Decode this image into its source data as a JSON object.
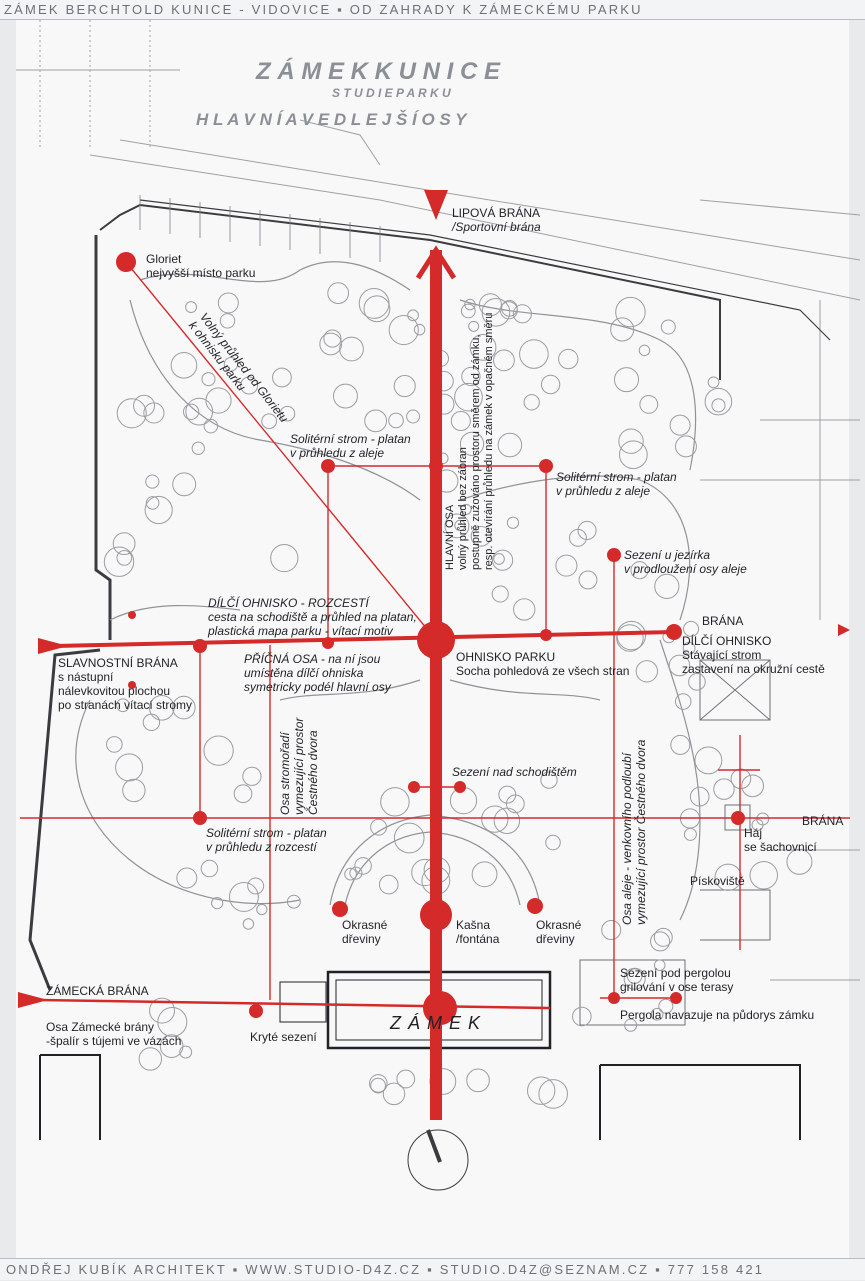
{
  "header": {
    "text": "ZÁMEK BERCHTOLD KUNICE - VIDOVICE  ▪  OD ZAHRADY K ZÁMECKÉMU PARKU"
  },
  "footer": {
    "text": "ONDŘEJ KUBÍK ARCHITEKT ▪ WWW.STUDIO-D4Z.CZ ▪ STUDIO.D4Z@SEZNAM.CZ ▪ 777 158 421"
  },
  "title": {
    "main": "Z Á M E K   K U N I C E",
    "sub": "S T U D I E   P A R K U",
    "axes": "H L A V N Í   A   V E D L E J Š Í   O S Y"
  },
  "colors": {
    "axis_red": "#d42a2a",
    "line_gray": "#8a8d92",
    "tree_gray": "#9a9da2"
  },
  "labels": {
    "lipova_1": "LIPOVÁ BRÁNA",
    "lipova_2": "/Sportovní brána",
    "gloriet_1": "Gloriet",
    "gloriet_2": "nejvyšší místo parku",
    "volny_1": "Volný průhled od Glorietu",
    "volny_2": "k ohnisku parku",
    "hlavni_1": "HLAVNÍ OSA",
    "hlavni_2": "volný průhled bez zábran",
    "hlavni_3": "postupně zužováno prostoru směrem od zámku,",
    "hlavni_4": "resp. otevírání průhledu na zámek v opačném směru",
    "sol1_1": "Solitérní strom - platan",
    "sol1_2": "v průhledu z aleje",
    "sol2_1": "Solitérní strom - platan",
    "sol2_2": "v průhledu z aleje",
    "sezeni_j_1": "Sezení u jezírka",
    "sezeni_j_2": "v prodloužení osy aleje",
    "dilci_r_1": "DÍLČÍ OHNISKO - ROZCESTÍ",
    "dilci_r_2": "cesta na schodiště a průhled na platan,",
    "dilci_r_3": "plastická mapa parku - vítací motiv",
    "brana_e": "BRÁNA",
    "dilci_o_1": "DÍLČÍ OHNISKO",
    "dilci_o_2": "Stávající strom",
    "dilci_o_3": "zastavení na okružní cestě",
    "slav_1": "SLAVNOSTNÍ BRÁNA",
    "slav_2": "s nástupní",
    "slav_3": "nálevkovitou plochou",
    "slav_4": "po stranách vítací stromy",
    "pricna_1": "PŘÍČNÁ OSA - na ní jsou",
    "pricna_2": "umístěna dílčí ohniska",
    "pricna_3": "symetricky podél hlavní osy",
    "ohnisko_1": "OHNISKO PARKU",
    "ohnisko_2": "Socha pohledová ze všech stran",
    "strom_1": "Osa stromořadí",
    "strom_2": "vymezující prostor",
    "strom_3": "Čestného dvora",
    "aleje_1": "Osa aleje - venkovního podloubí",
    "aleje_2": "vymezující prostor Čestného dvora",
    "sezeni_s": "Sezení nad schodištěm",
    "sol3_1": "Solitérní strom - platan",
    "sol3_2": "v průhledu z rozcestí",
    "brana_e2": "BRÁNA",
    "haj_1": "Háj",
    "haj_2": "se šachovnicí",
    "piskoviste": "Pískoviště",
    "okr1_1": "Okrasné",
    "okr1_2": "dřeviny",
    "kasna_1": "Kašna",
    "kasna_2": "/fontána",
    "okr2_1": "Okrasné",
    "okr2_2": "dřeviny",
    "zamecka": "ZÁMECKÁ BRÁNA",
    "sezeni_p_1": "Sezení pod pergolou",
    "sezeni_p_2": "grilování v ose terasy",
    "osa_z_1": "Osa Zámecké brány",
    "osa_z_2": "-špalír s tújemi ve vázách",
    "zamek": "Z Á M E K",
    "kryte": "Kryté sezení",
    "pergola": "Pergola navazuje na půdorys zámku"
  }
}
